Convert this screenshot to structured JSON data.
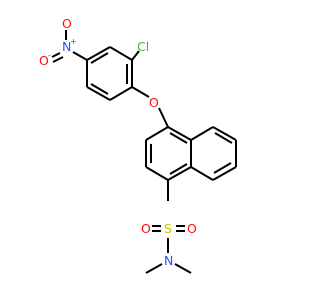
{
  "molecule": {
    "labels": {
      "cl": "Cl",
      "o_ether": "O",
      "o_sulfonyl_left": "O",
      "o_sulfonyl_right": "O",
      "s": "S",
      "n_amide": "N",
      "n_nitro": "N",
      "nitro_plus": "+",
      "o_nitro_top": "O",
      "o_nitro_left": "O",
      "nitro_minus": "-"
    },
    "colors": {
      "bond": "#000000",
      "chlorine": "#3fb73f",
      "oxygen": "#ff0d0d",
      "nitrogen": "#3050f8",
      "sulfur": "#c8c800"
    }
  }
}
